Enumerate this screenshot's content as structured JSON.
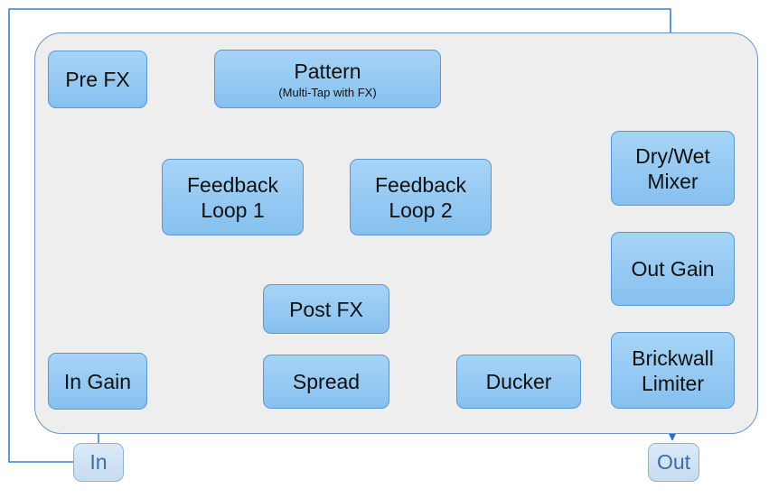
{
  "diagram": {
    "in_label": "In",
    "out_label": "Out",
    "blocks": {
      "pre_fx": "Pre FX",
      "pattern_title": "Pattern",
      "pattern_subtitle": "(Multi-Tap with FX)",
      "feedback1_line1": "Feedback",
      "feedback1_line2": "Loop 1",
      "feedback2_line1": "Feedback",
      "feedback2_line2": "Loop 2",
      "post_fx": "Post FX",
      "spread": "Spread",
      "ducker": "Ducker",
      "in_gain": "In Gain",
      "dry_wet_line1": "Dry/Wet",
      "dry_wet_line2": "Mixer",
      "out_gain": "Out Gain",
      "limiter_line1": "Brickwall",
      "limiter_line2": "Limiter"
    },
    "colors": {
      "block_fill": "#98caf3",
      "block_border": "#5a97d4",
      "wire": "#3f7fcc",
      "panel_fill": "#eeeeee",
      "io_text": "#3e6da7"
    }
  }
}
